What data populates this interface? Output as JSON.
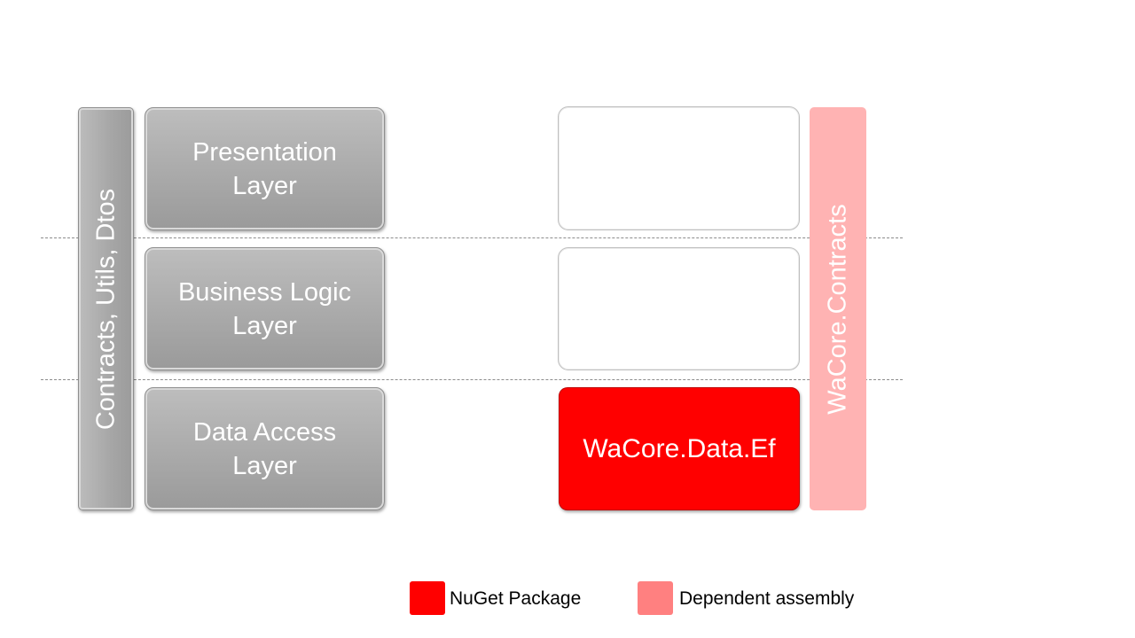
{
  "left_stack": {
    "vertical_label": "Contracts, Utils, Dtos",
    "layers": [
      {
        "label": "Presentation\nLayer"
      },
      {
        "label": "Business Logic\nLayer"
      },
      {
        "label": "Data Access\nLayer"
      }
    ]
  },
  "right_stack": {
    "vertical_label": "WaCore.Contracts",
    "package_label": "WaCore.Data.Ef"
  },
  "legend": {
    "items": [
      {
        "label": "NuGet Package",
        "color": "#ff0000"
      },
      {
        "label": "Dependent assembly",
        "color": "#ff8080"
      }
    ]
  },
  "colors": {
    "layer_gray": "#a8a8a8",
    "package_red": "#ff0000",
    "dependent_pink": "#ffb3b3"
  }
}
